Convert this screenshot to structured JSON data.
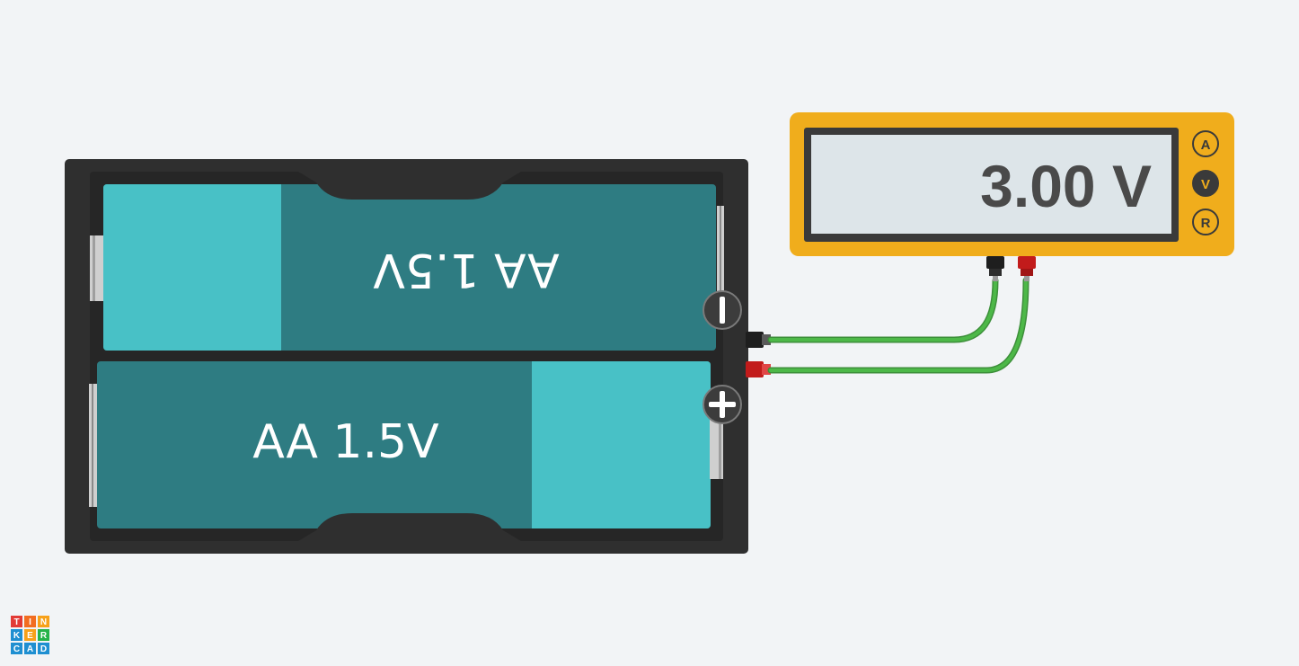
{
  "app": {
    "name": "Tinkercad",
    "logo_rows": [
      [
        "T",
        "I",
        "N"
      ],
      [
        "K",
        "E",
        "R"
      ],
      [
        "C",
        "A",
        "D"
      ]
    ]
  },
  "battery_pack": {
    "cells": [
      {
        "label": "AA 1.5V",
        "orientation": "flipped"
      },
      {
        "label": "AA 1.5V",
        "orientation": "normal"
      }
    ],
    "terminals": {
      "negative_icon": "minus-icon",
      "positive_icon": "plus-icon"
    }
  },
  "multimeter": {
    "reading": "3.00 V",
    "modes": [
      {
        "label": "A",
        "selected": false
      },
      {
        "label": "V",
        "selected": true
      },
      {
        "label": "R",
        "selected": false
      }
    ]
  },
  "colors": {
    "background": "#f2f4f6",
    "battery_holder": "#2f2f2f",
    "battery_cell": "#2e7c82",
    "battery_cap": "#48c1c6",
    "multimeter_body": "#f0ad1c",
    "multimeter_screen": "#dde5e9",
    "wire": "#4db848",
    "probe_negative": "#1e1e1e",
    "probe_positive": "#c21b1b"
  }
}
